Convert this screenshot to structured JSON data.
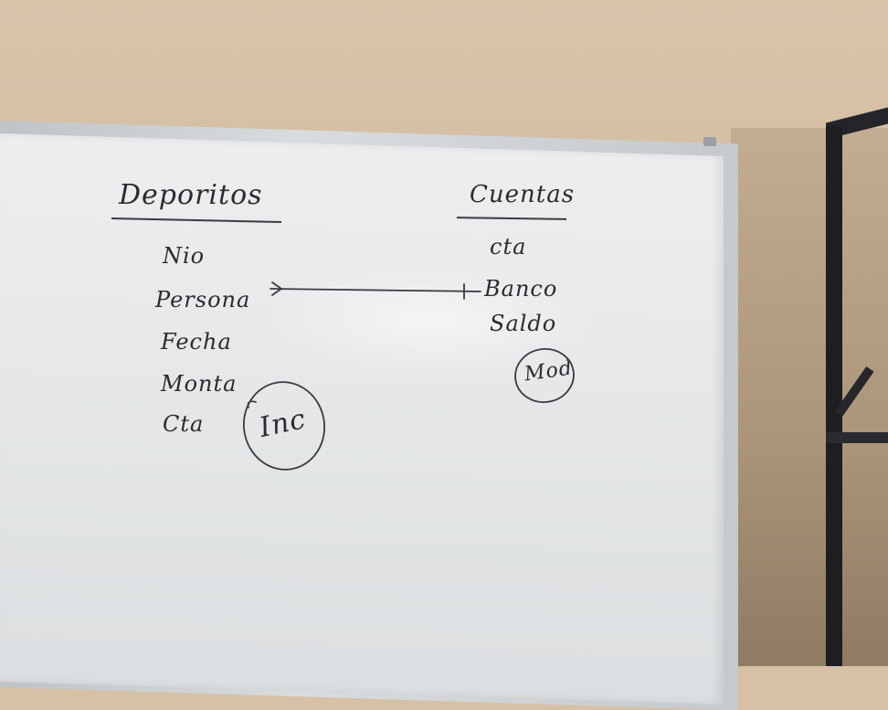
{
  "whiteboard": {
    "left_table": {
      "title": "Deporitos",
      "fields": [
        "Nio",
        "Persona",
        "Fecha",
        "Monta",
        "Cta"
      ],
      "circle_note": "Inc"
    },
    "right_table": {
      "title": "Cuentas",
      "fields": [
        "cta",
        "Banco",
        "Saldo"
      ],
      "circle_note": "Mod"
    }
  },
  "colors": {
    "wall": "#d6c1a6",
    "board": "#e8eaeb",
    "marker": "#2a2b30",
    "shelf": "#1d1e20"
  }
}
